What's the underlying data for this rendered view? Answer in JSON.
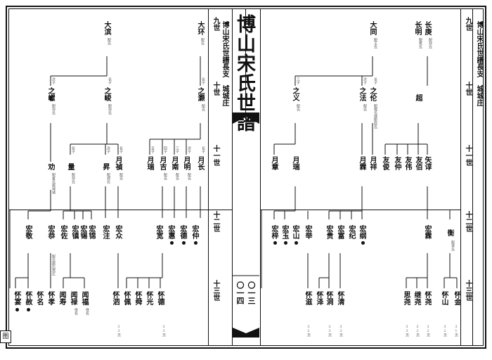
{
  "book": {
    "title": "博山宋氏世譜",
    "subtitle": "博山宋氏世譜長支 城城庄",
    "page_left": "〇一四",
    "page_right": "〇一三"
  },
  "generations": [
    "九世",
    "十世",
    "十一世",
    "十二世",
    "十三世"
  ],
  "corner_label": "图",
  "left_page": {
    "gen9": [
      {
        "name": "大环",
        "note": "配氏"
      },
      {
        "name": "大滨",
        "note": "配氏"
      }
    ],
    "gen10": [
      {
        "name": "之灏",
        "rel": "长子",
        "note": "配氏"
      },
      {
        "name": "之峻",
        "rel": "长子",
        "note": "配孙氏"
      },
      {
        "name": "之巘",
        "rel": "次子",
        "note": "配孙氏"
      }
    ],
    "gen11": [
      {
        "name": "月长",
        "rel": "长子"
      },
      {
        "name": "月明",
        "rel": "次子",
        "note": "配氏"
      },
      {
        "name": "月南",
        "rel": "三子",
        "note": "配氏"
      },
      {
        "name": "月吉",
        "rel": "四子",
        "note": "配氏"
      },
      {
        "name": "月瑞",
        "rel": "五子"
      },
      {
        "name": "月禎",
        "rel": "长子",
        "note": "配氏"
      },
      {
        "name": "昇",
        "rel": "次子",
        "note": "配郑氏"
      },
      {
        "name": "量",
        "rel": "长子",
        "note": "配孙氏"
      },
      {
        "name": "劝",
        "rel": "次子",
        "note": "配夏氏居城城"
      }
    ],
    "gen12": [
      {
        "name": "宏仲",
        "rel": "长子",
        "note": "配氏"
      },
      {
        "name": "宏德",
        "rel": "长子",
        "note": "配氏"
      },
      {
        "name": "宏惠",
        "rel": "长子",
        "note": "配氏"
      },
      {
        "name": "宏宽",
        "rel": "长子",
        "note": "配氏"
      },
      {
        "name": "宏众",
        "rel": "长子",
        "note": "配氏"
      },
      {
        "name": "宏注",
        "rel": "长子",
        "note": "配氏"
      },
      {
        "name": "宏锦",
        "rel": "长子",
        "note": "配氏"
      },
      {
        "name": "宏锡",
        "rel": "次子",
        "note": "配氏"
      },
      {
        "name": "宏镇",
        "rel": "三子",
        "note": "配氏"
      },
      {
        "name": "宏佐",
        "rel": "四子",
        "note": "配氏"
      },
      {
        "name": "宏恭",
        "rel": "长子",
        "note": "配氏居石窝庄"
      },
      {
        "name": "宏敬",
        "rel": "次子",
        "note": "配氏"
      }
    ],
    "gen13": [
      {
        "name": "怀德",
        "rel": "长子",
        "note": "配氏"
      },
      {
        "name": "怀光",
        "rel": "次子",
        "note": "配氏"
      },
      {
        "name": "怀舜",
        "rel": "三子",
        "note": "配氏"
      },
      {
        "name": "怀佩",
        "rel": "四子"
      },
      {
        "name": "怀泗",
        "rel": "长子"
      },
      {
        "name": "闻福",
        "rel": "长子",
        "note": "佚名"
      },
      {
        "name": "闻禄",
        "rel": "次子",
        "note": "佚名"
      },
      {
        "name": "闻寿",
        "rel": "长子",
        "note": "佚名"
      },
      {
        "name": "怀孝",
        "rel": "长子",
        "note": "配氏"
      },
      {
        "name": "怀名",
        "rel": "长子",
        "note": "配氏"
      },
      {
        "name": "怀赦",
        "rel": "次子"
      },
      {
        "name": "怀宴",
        "rel": "长子"
      }
    ],
    "vol_notes": [
      "33页",
      "33页"
    ]
  },
  "right_page": {
    "gen9": [
      {
        "name": "长庚",
        "note": "配孙氏"
      },
      {
        "name": "长明",
        "note": "配焦氏"
      },
      {
        "name": "大同",
        "note": "配王氏"
      }
    ],
    "gen10": [
      {
        "name": "超",
        "rel": "长子",
        "note": "配氏"
      },
      {
        "name": "之伦",
        "rel": "长子",
        "note": "配程氏继配赵氏"
      },
      {
        "name": "之法",
        "rel": "次子",
        "note": "配氏"
      },
      {
        "name": "之义",
        "rel": "三子",
        "note": "配氏"
      }
    ],
    "gen11": [
      {
        "name": "矢谆",
        "rel": "长子",
        "note": "配氏"
      },
      {
        "name": "友佰",
        "rel": "次子",
        "note": "配氏"
      },
      {
        "name": "友伟",
        "rel": "三子",
        "note": "配氏"
      },
      {
        "name": "友仲",
        "rel": "四子",
        "note": "配氏"
      },
      {
        "name": "友俊",
        "rel": "五子",
        "note": "配氏"
      },
      {
        "name": "月祥",
        "rel": "长子",
        "note": "配氏"
      },
      {
        "name": "月霖",
        "rel": "长子",
        "note": "配氏"
      },
      {
        "name": "月瑞",
        "rel": "长子",
        "note": "配氏"
      },
      {
        "name": "月章",
        "rel": "次子",
        "note": "配氏"
      }
    ],
    "gen12": [
      {
        "name": "衡",
        "rel": "长子",
        "note": "配李氏"
      },
      {
        "name": "宏霖",
        "rel": "长子",
        "note": "配氏"
      },
      {
        "name": "宏纲",
        "rel": "长子",
        "note": "配氏"
      },
      {
        "name": "宏纪",
        "rel": "次子",
        "note": "配郑氏"
      },
      {
        "name": "宏富",
        "rel": "三子",
        "note": "配氏"
      },
      {
        "name": "宏贵",
        "rel": "四子",
        "note": "配氏"
      },
      {
        "name": "宏举",
        "rel": "五子",
        "note": "配氏"
      },
      {
        "name": "宏山",
        "rel": "长子",
        "note": "配氏"
      },
      {
        "name": "宏玉",
        "rel": "次子",
        "note": "配氏"
      },
      {
        "name": "宏梓",
        "rel": "三子",
        "note": "配氏"
      }
    ],
    "gen13": [
      {
        "name": "怀金",
        "rel": "长子"
      },
      {
        "name": "怀山",
        "rel": "次子"
      },
      {
        "name": "怀尧",
        "rel": "长子",
        "note": "配氏"
      },
      {
        "name": "继尧",
        "rel": "次子",
        "note": "配氏"
      },
      {
        "name": "思尧",
        "rel": "三子"
      },
      {
        "name": "怀清",
        "rel": "长子",
        "note": "配氏"
      },
      {
        "name": "怀洞",
        "rel": "长子",
        "note": "配氏"
      },
      {
        "name": "怀泽",
        "rel": "长子",
        "note": "配氏"
      },
      {
        "name": "怀滋",
        "rel": "长子",
        "note": "配氏"
      }
    ],
    "vol_notes": [
      "31页",
      "32页",
      "32页",
      "32页",
      "33页",
      "33页",
      "33页",
      "32页"
    ]
  }
}
